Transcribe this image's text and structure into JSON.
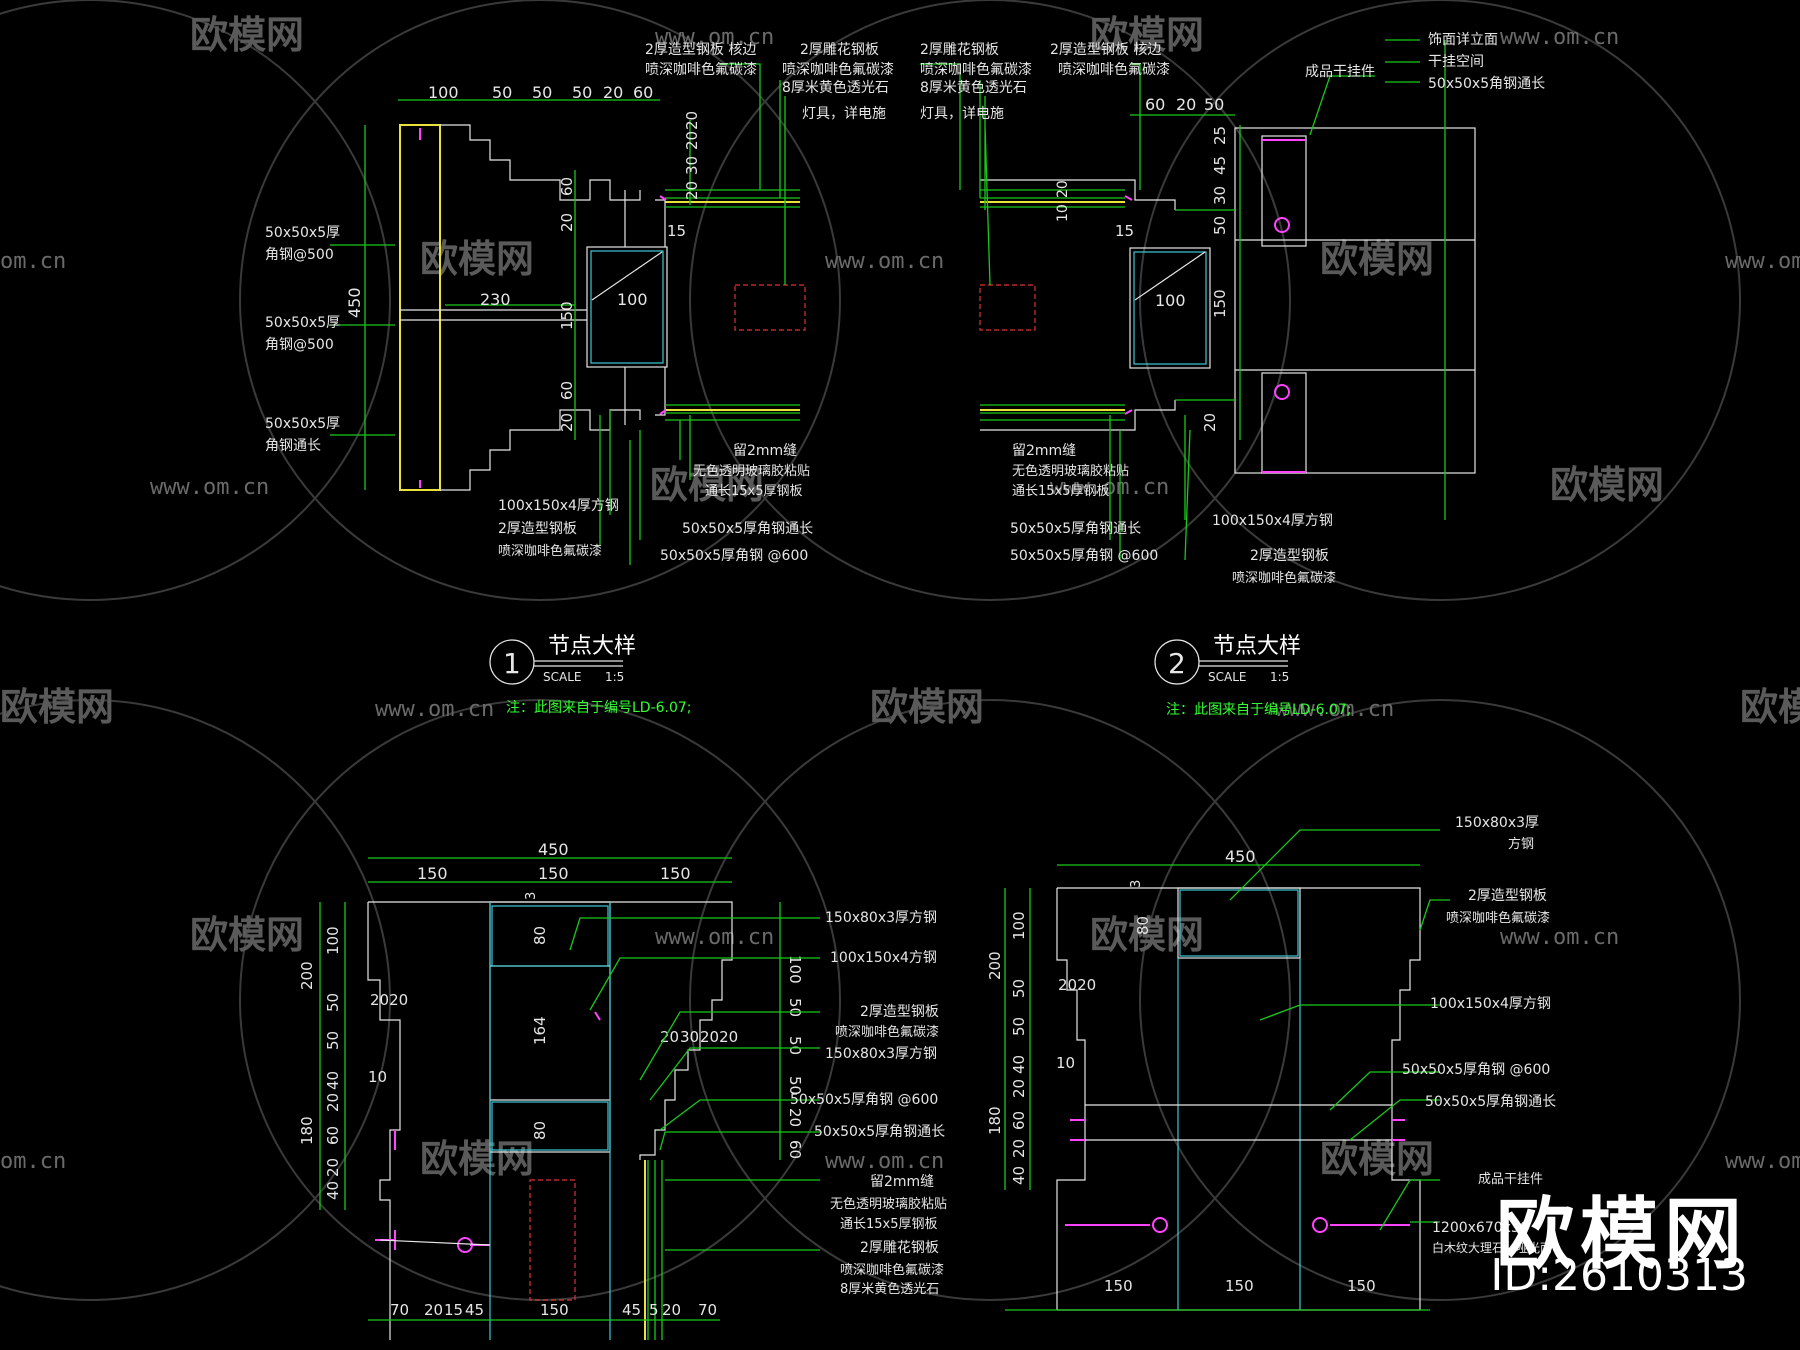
{
  "brand": {
    "name": "欧模网",
    "id": "ID:2610313"
  },
  "watermark": {
    "logo_text": "欧模网",
    "url": "www.om.cn",
    "url_fragment": "om.cn"
  },
  "detail1": {
    "number": "1",
    "title": "节点大样",
    "scale_label": "SCALE",
    "scale_value": "1:5",
    "note": "注：此图来自于编号LD-6.07;",
    "dims_top": [
      "100",
      "50",
      "50",
      "50",
      "20",
      "60"
    ],
    "dims_side": [
      "450",
      "20",
      "60",
      "150",
      "60",
      "20",
      "20",
      "20",
      "30",
      "20"
    ],
    "inner_dims": [
      "230",
      "100",
      "15"
    ],
    "labels": [
      "2厚造型钢板 核边",
      "喷深咖啡色氟碳漆",
      "2厚雕花钢板",
      "喷深咖啡色氟碳漆",
      "8厚米黄色透光石",
      "灯具，详电施",
      "50x50x5厚",
      "角钢@500",
      "50x50x5厚",
      "角钢@500",
      "50x50x5厚",
      "角钢通长",
      "留2mm缝",
      "无色透明玻璃胶粘贴",
      "通长15x5厚钢板",
      "100x150x4厚方钢",
      "2厚造型钢板",
      "喷深咖啡色氟碳漆",
      "50x50x5厚角钢通长",
      "50x50x5厚角钢 @600"
    ]
  },
  "detail2": {
    "number": "2",
    "title": "节点大样",
    "scale_label": "SCALE",
    "scale_value": "1:5",
    "note": "注：此图来自于编号LD-6.07;",
    "dims_top": [
      "60",
      "20",
      "50"
    ],
    "dims_side": [
      "25",
      "45",
      "30",
      "50",
      "150",
      "20"
    ],
    "inner_dims": [
      "100",
      "15",
      "20",
      "10"
    ],
    "labels": [
      "2厚雕花钢板",
      "喷深咖啡色氟碳漆",
      "8厚米黄色透光石",
      "灯具，详电施",
      "2厚造型钢板 核边",
      "喷深咖啡色氟碳漆",
      "成品干挂件",
      "饰面详立面",
      "干挂空间",
      "50x50x5角钢通长",
      "留2mm缝",
      "无色透明玻璃胶粘贴",
      "通长15x5厚钢板",
      "50x50x5厚角钢通长",
      "50x50x5厚角钢 @600",
      "100x150x4厚方钢",
      "2厚造型钢板",
      "喷深咖啡色氟碳漆"
    ]
  },
  "detail3": {
    "dims_top": [
      "450",
      "150",
      "150",
      "150"
    ],
    "dims_left": [
      "200",
      "100",
      "50",
      "50",
      "40",
      "20",
      "180",
      "60",
      "20",
      "40"
    ],
    "dims_right": [
      "100",
      "50",
      "50",
      "50",
      "20",
      "60"
    ],
    "inner_dims": [
      "3",
      "80",
      "164",
      "80",
      "2020",
      "10",
      "20",
      "30",
      "2020"
    ],
    "dims_bottom": [
      "70",
      "20",
      "15",
      "45",
      "150",
      "45",
      "5",
      "20",
      "70"
    ],
    "labels": [
      "150x80x3厚方钢",
      "100x150x4方钢",
      "2厚造型钢板",
      "喷深咖啡色氟碳漆",
      "150x80x3厚方钢",
      "50x50x5厚角钢 @600",
      "50x50x5厚角钢通长",
      "留2mm缝",
      "无色透明玻璃胶粘贴",
      "通长15x5厚钢板",
      "2厚雕花钢板",
      "喷深咖啡色氟碳漆",
      "8厚米黄色透光石"
    ]
  },
  "detail4": {
    "dims_top": [
      "450"
    ],
    "dims_left": [
      "200",
      "100",
      "50",
      "50",
      "40",
      "20",
      "180",
      "60",
      "20",
      "40"
    ],
    "inner_dims": [
      "3",
      "80",
      "2020",
      "10"
    ],
    "dims_bottom": [
      "150",
      "150",
      "150"
    ],
    "labels": [
      "150x80x3厚",
      "方钢",
      "2厚造型钢板",
      "喷深咖啡色氟碳漆",
      "100x150x4厚方钢",
      "50x50x5厚角钢 @600",
      "50x50x5厚角钢通长",
      "成品干挂件",
      "1200x670x30",
      "白木纹大理石，哑光面"
    ]
  }
}
